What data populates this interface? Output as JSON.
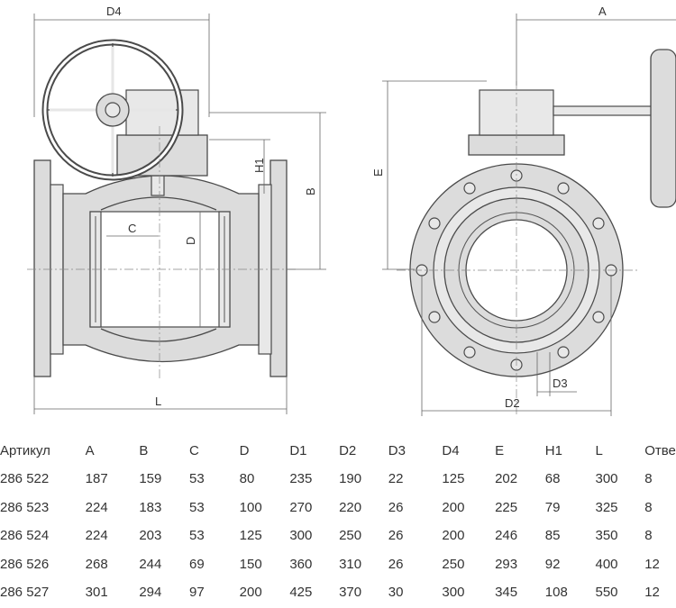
{
  "labels": {
    "D4": "D4",
    "A": "A",
    "H1": "H1",
    "B": "B",
    "C": "C",
    "D": "D",
    "L": "L",
    "E": "E",
    "D2": "D2",
    "D3": "D3"
  },
  "table": {
    "headers": [
      "Артикул",
      "A",
      "B",
      "C",
      "D",
      "D1",
      "D2",
      "D3",
      "D4",
      "E",
      "H1",
      "L",
      "Отве"
    ],
    "rows": [
      [
        "286 522",
        "187",
        "159",
        "53",
        "80",
        "235",
        "190",
        "22",
        "125",
        "202",
        "68",
        "300",
        "8"
      ],
      [
        "286 523",
        "224",
        "183",
        "53",
        "100",
        "270",
        "220",
        "26",
        "200",
        "225",
        "79",
        "325",
        "8"
      ],
      [
        "286 524",
        "224",
        "203",
        "53",
        "125",
        "300",
        "250",
        "26",
        "200",
        "246",
        "85",
        "350",
        "8"
      ],
      [
        "286 526",
        "268",
        "244",
        "69",
        "150",
        "360",
        "310",
        "26",
        "250",
        "293",
        "92",
        "400",
        "12"
      ],
      [
        "286 527",
        "301",
        "294",
        "97",
        "200",
        "425",
        "370",
        "30",
        "300",
        "345",
        "108",
        "550",
        "12"
      ]
    ]
  }
}
